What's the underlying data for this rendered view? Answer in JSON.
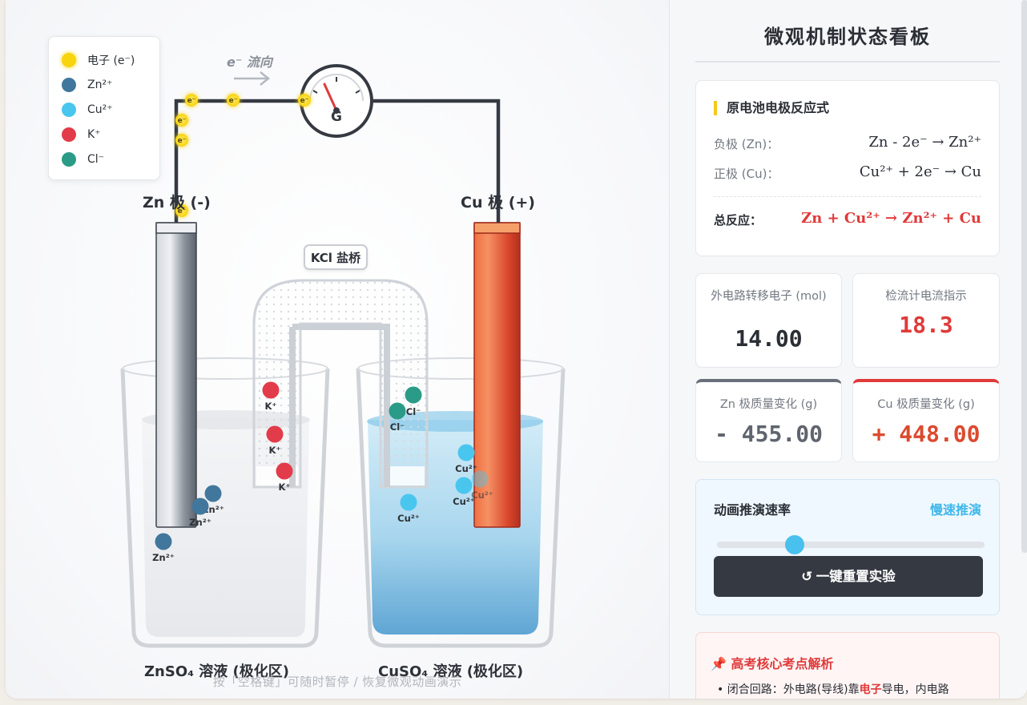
{
  "legend": [
    {
      "name": "电子 (e⁻)",
      "color": "#f8d40f"
    },
    {
      "name": "Zn²⁺",
      "color": "#41779c"
    },
    {
      "name": "Cu²⁺",
      "color": "#49c6ee"
    },
    {
      "name": "K⁺",
      "color": "#e23b4a"
    },
    {
      "name": "Cl⁻",
      "color": "#2a9b86"
    }
  ],
  "electron_flow_label": "e⁻ 流向",
  "galvanometer_symbol": "G",
  "electron_symbol": "e⁻",
  "zn_electrode_label": "Zn 极 (-)",
  "cu_electrode_label": "Cu 极 (+)",
  "salt_bridge_label": "KCl 盐桥",
  "ions": {
    "k": "K⁺",
    "cl": "Cl⁻",
    "zn": "Zn²⁺",
    "cu": "Cu²⁺"
  },
  "left_solution_label": "ZnSO₄ 溶液 (极化区)",
  "right_solution_label": "CuSO₄ 溶液 (极化区)",
  "hint_text": "按「空格键」可随时暂停 / 恢复微观动画演示",
  "panel": {
    "title": "微观机制状态看板",
    "equations": {
      "title": "原电池电极反应式",
      "negative_label": "负极 (Zn)：",
      "negative_eq": "Zn - 2e⁻ → Zn²⁺",
      "positive_label": "正极 (Cu)：",
      "positive_eq": "Cu²⁺ + 2e⁻ → Cu",
      "total_label": "总反应：",
      "total_eq": "Zn + Cu²⁺ → Zn²⁺ + Cu"
    },
    "stats": {
      "electrons_label": "外电路转移电子 (mol)",
      "electrons_value": "14.00",
      "current_label": "检流计电流指示",
      "current_value": "18.3",
      "zn_mass_label": "Zn 极质量变化 (g)",
      "zn_mass_value": "- 455.00",
      "cu_mass_label": "Cu 极质量变化 (g)",
      "cu_mass_value": "+ 448.00"
    },
    "control": {
      "label": "动画推演速率",
      "speed_text": "慢速推演",
      "speed_level": 0.3,
      "reset_label": "↺ 一键重置实验"
    },
    "tips": {
      "title": "📌 高考核心考点解析",
      "line1_prefix": "• 闭合回路：外电路(导线)靠",
      "line1_highlight": "电子",
      "line1_suffix": "导电，内电路"
    }
  }
}
